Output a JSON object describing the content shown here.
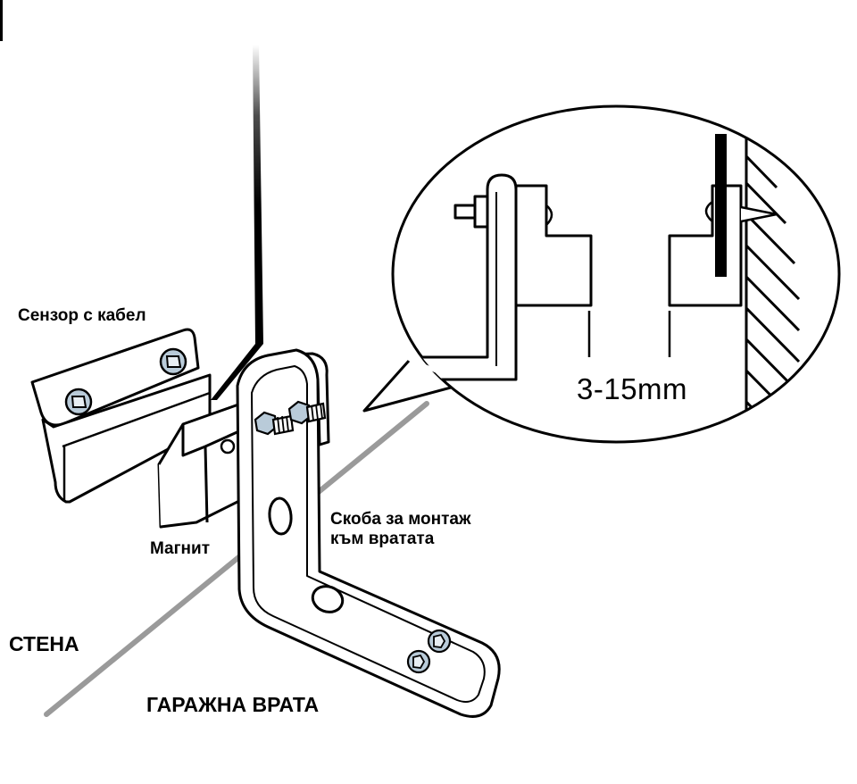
{
  "labels": {
    "sensor_with_cable": "Сензор с кабел",
    "magnet": "Магнит",
    "door_bracket_line1": "Скоба за монтаж",
    "door_bracket_line2": "към вратата",
    "wall": "СТЕНА",
    "garage_door": "ГАРАЖНА ВРАТА",
    "gap_range": "3-15mm"
  },
  "colors": {
    "line": "#000000",
    "door_edge": "#9a9a9a",
    "screw_fill": "#b9cbd9",
    "background": "#ffffff"
  }
}
